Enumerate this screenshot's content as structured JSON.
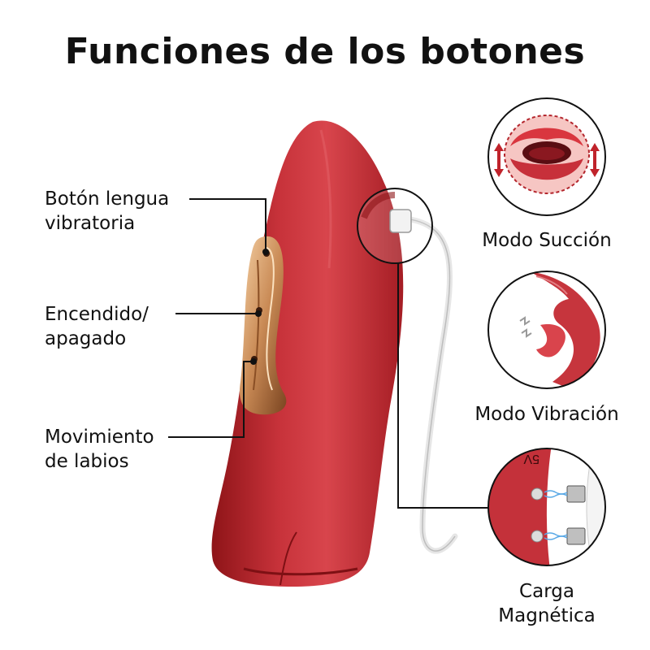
{
  "title": "Funciones de los botones",
  "left_labels": {
    "tongue_button": [
      "Botón lengua",
      "vibratoria"
    ],
    "power_button": [
      "Encendido/",
      "apagado"
    ],
    "lips_button": [
      "Movimiento",
      "de labios"
    ]
  },
  "modes": {
    "suction": "Modo Succión",
    "vibration": "Modo Vibración",
    "charging": [
      "Carga",
      "Magnética"
    ]
  },
  "charger_marking": "5V"
}
